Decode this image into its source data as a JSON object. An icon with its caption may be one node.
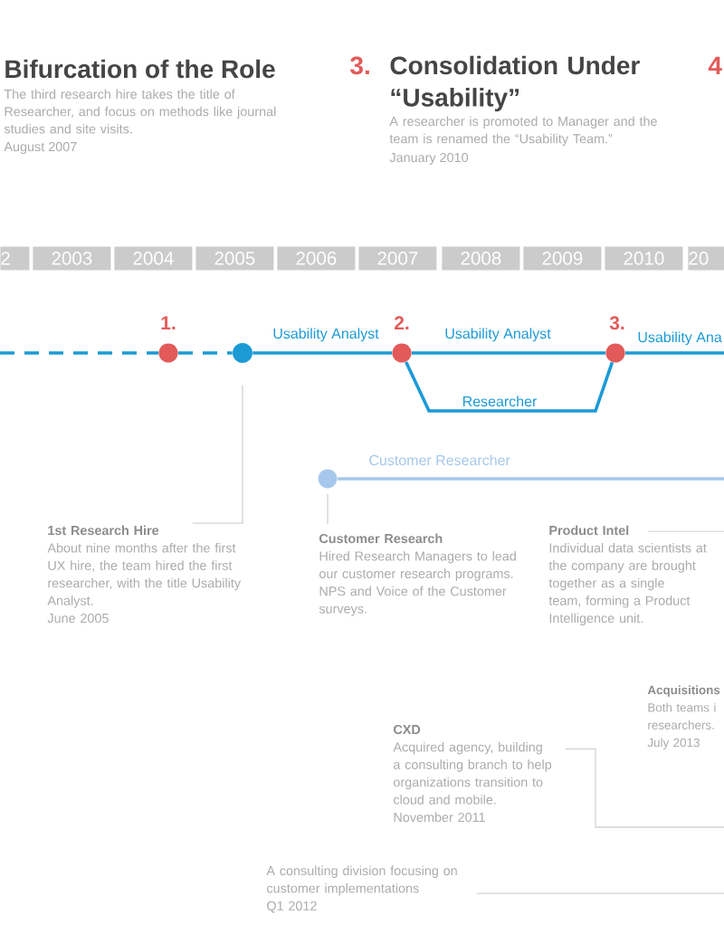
{
  "diagram": {
    "nodes": [
      {
        "text": [
          "2"
        ]
      },
      {
        "text": [
          "2003"
        ]
      },
      {
        "text": [
          "2004"
        ]
      },
      {
        "text": [
          "2005"
        ]
      },
      {
        "text": [
          "2006"
        ]
      },
      {
        "text": [
          "2007"
        ]
      },
      {
        "text": [
          "2008"
        ]
      },
      {
        "text": [
          "2009"
        ]
      },
      {
        "text": [
          "2010"
        ]
      },
      {
        "text": [
          "20"
        ]
      },
      {
        "text": [],
        "shape": "circle",
        "beside": [
          "1."
        ]
      },
      {
        "text": [],
        "shape": "circle"
      },
      {
        "text": [],
        "shape": "circle",
        "beside": [
          "2."
        ]
      },
      {
        "text": [],
        "shape": "circle",
        "beside": [
          "3."
        ]
      },
      {
        "text": [],
        "shape": "circle"
      },
      {
        "text": [
          "1st Research Hire",
          "About nine months after the first UX hire, the team hired the first researcher, with the title Usability Analyst.",
          "June 2005"
        ]
      },
      {
        "text": [
          "Customer Research",
          "Hired Research Managers to lead our customer research programs. NPS and Voice of the Customer surveys."
        ]
      },
      {
        "text": [
          "Product Intel",
          "Individual data scientists at the company are brought together as a single team, forming a Product Intelligence unit."
        ]
      },
      {
        "text": [
          "Acquisitions",
          "Both teams i researchers.",
          "July 2013"
        ]
      },
      {
        "text": [
          "CXD",
          "Acquired agency, building a consulting branch to help organizations transition to cloud and mobile.",
          "November 2011"
        ]
      },
      {
        "text": [
          "A consulting division focusing on customer implementations",
          "Q1 2012"
        ]
      }
    ],
    "edges": [
      {
        "from": null,
        "to": 10,
        "arrow": "none",
        "style": "dashed"
      },
      {
        "from": 10,
        "to": 11,
        "arrow": "none",
        "style": "dashed"
      },
      {
        "from": 11,
        "to": 12,
        "arrow": "none",
        "label": "Usability Analyst"
      },
      {
        "from": 12,
        "to": 13,
        "arrow": "none",
        "label": "Usability Analyst"
      },
      {
        "from": 12,
        "to": 13,
        "arrow": "none",
        "label": "Researcher"
      },
      {
        "from": 13,
        "to": null,
        "arrow": "none",
        "label": "Usability Ana"
      },
      {
        "from": 14,
        "to": null,
        "arrow": "none",
        "label": "Customer Researcher",
        "color": "#a6c8ec"
      },
      {
        "from": 11,
        "to": 15,
        "arrow": "none",
        "color": "#d4d4d4"
      },
      {
        "from": 14,
        "to": 16,
        "arrow": "none",
        "color": "#d4d4d4"
      },
      {
        "from": 17,
        "to": null,
        "arrow": "none",
        "color": "#d4d4d4"
      },
      {
        "from": 19,
        "to": null,
        "arrow": "none",
        "color": "#d4d4d4"
      },
      {
        "from": 20,
        "to": null,
        "arrow": "none",
        "color": "#d4d4d4"
      }
    ],
    "labels": [
      "Bifurcation of the Role",
      "The third research hire takes the title of Researcher, and focus on methods like journal studies and site visits.",
      "August 2007",
      "3.",
      "Consolidation Under “Usability”",
      "A researcher is promoted to Manager and the team is renamed the “Usability Team.”",
      "January 2010",
      "4"
    ]
  }
}
